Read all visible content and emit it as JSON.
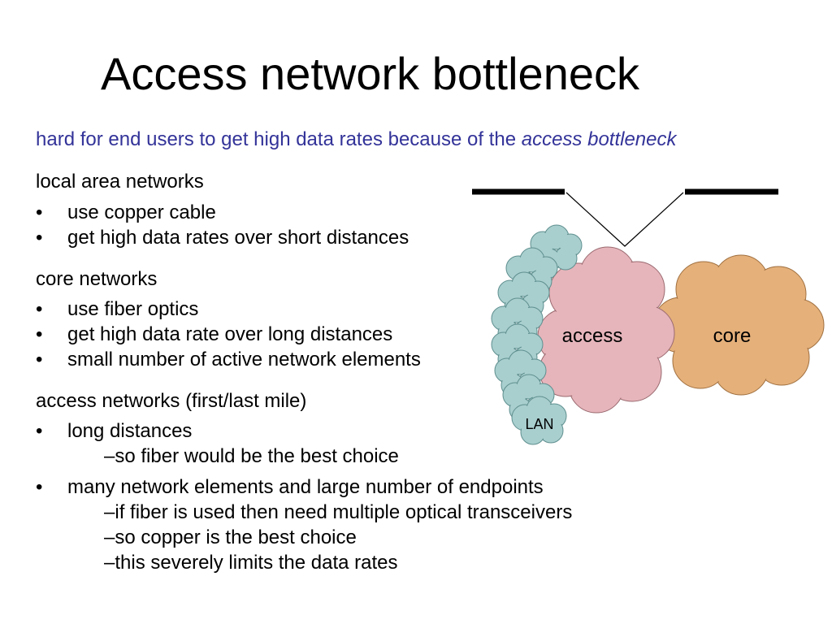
{
  "slide": {
    "title": "Access network bottleneck",
    "subtitle_plain": "hard for end users to get high data rates because of the ",
    "subtitle_italic": "access bottleneck"
  },
  "lan_section": {
    "heading": "local area networks",
    "bullets": [
      "use copper cable",
      "get high data rates over short distances"
    ]
  },
  "core_section": {
    "heading": "core networks",
    "bullets": [
      "use fiber optics",
      "get high data rate over long distances",
      "small number of active network elements"
    ]
  },
  "access_section": {
    "heading": "access networks (first/last mile)",
    "bullet1": "long distances",
    "bullet1_subs": [
      "so fiber would be the best choice"
    ],
    "bullet2": "many network elements and large number of endpoints",
    "bullet2_subs": [
      "if fiber is used then need multiple optical transceivers",
      "so copper is the best choice",
      "this severely limits the data rates"
    ]
  },
  "bullet_char": "•",
  "dash_char": "–",
  "diagram": {
    "access_label": "access",
    "core_label": "core",
    "lan_label": "LAN",
    "colors": {
      "lan_fill": "#a9cece",
      "lan_stroke": "#5f8f8f",
      "access_fill": "#e6b5bb",
      "access_stroke": "#9a6a70",
      "core_fill": "#e5b07a",
      "core_stroke": "#a07040",
      "line": "#000000"
    }
  }
}
